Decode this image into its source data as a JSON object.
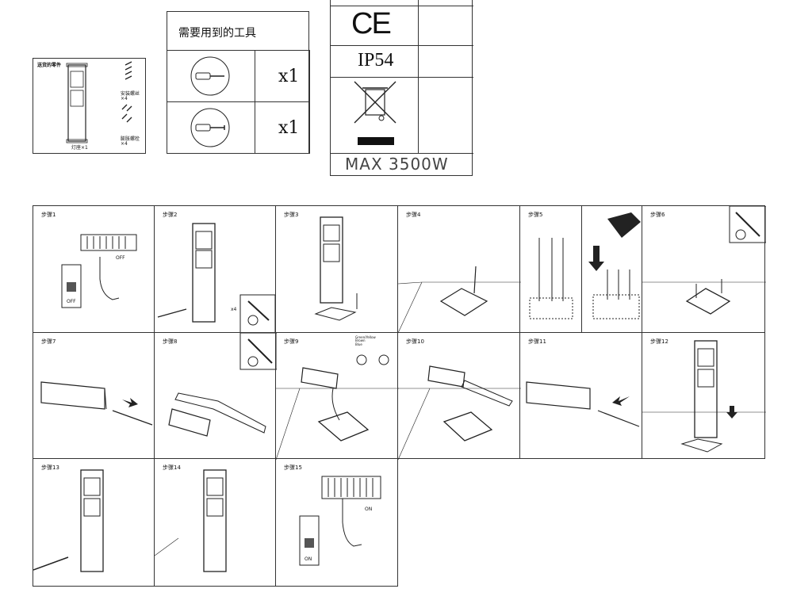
{
  "parts_box": {
    "title": "送货的零件",
    "screws_label": "安装螺丝×4",
    "anchors_label": "膨胀螺栓×4",
    "lamp_label": "灯座×1"
  },
  "tools_box": {
    "title": "需要用到的工具",
    "rows": [
      {
        "icon": "phillips-screwdriver-icon",
        "qty": "x1"
      },
      {
        "icon": "flat-screwdriver-icon",
        "qty": "x1"
      }
    ]
  },
  "cert_box": {
    "ce": "CE",
    "ip": "IP54",
    "weee": "weee-bin-icon",
    "max": "MAX 3500W"
  },
  "steps": [
    {
      "label": "步骤1"
    },
    {
      "label": "步骤2"
    },
    {
      "label": "步骤3"
    },
    {
      "label": "步骤4"
    },
    {
      "label": "步骤5"
    },
    {
      "label": "步骤6"
    },
    {
      "label": "步骤7"
    },
    {
      "label": "步骤8"
    },
    {
      "label": "步骤9"
    },
    {
      "label": "步骤10"
    },
    {
      "label": "步骤11"
    },
    {
      "label": "步骤12"
    },
    {
      "label": "步骤13"
    },
    {
      "label": "步骤14"
    },
    {
      "label": "步骤15"
    }
  ],
  "switch_labels": {
    "off": "OFF",
    "on": "ON",
    "x4": "x4"
  },
  "wire_labels": [
    "Green/Yellow",
    "Brown",
    "Blue"
  ]
}
